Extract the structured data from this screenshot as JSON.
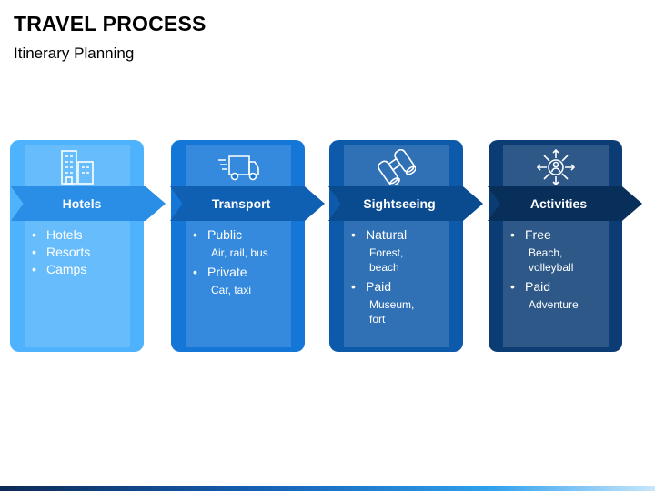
{
  "header": {
    "title": "TRAVEL PROCESS",
    "subtitle": "Itinerary Planning"
  },
  "steps": [
    {
      "label": "Hotels",
      "icon": "hotel-building-icon",
      "card_color": "#4fb2fc",
      "banner_color": "#2a8ee6",
      "items": [
        {
          "text": "Hotels"
        },
        {
          "text": "Resorts"
        },
        {
          "text": "Camps"
        }
      ]
    },
    {
      "label": "Transport",
      "icon": "truck-icon",
      "card_color": "#1477d8",
      "banner_color": "#0f5fb3",
      "items": [
        {
          "text": "Public",
          "detail": "Air, rail, bus"
        },
        {
          "text": "Private",
          "detail": "Car, taxi"
        }
      ]
    },
    {
      "label": "Sightseeing",
      "icon": "binoculars-icon",
      "card_color": "#0e5aaa",
      "banner_color": "#0a4a8f",
      "items": [
        {
          "text": "Natural",
          "detail": "Forest, beach"
        },
        {
          "text": "Paid",
          "detail": "Museum, fort"
        }
      ]
    },
    {
      "label": "Activities",
      "icon": "people-network-icon",
      "card_color": "#0b3d74",
      "banner_color": "#082e5a",
      "items": [
        {
          "text": "Free",
          "detail": "Beach, volleyball"
        },
        {
          "text": "Paid",
          "detail": "Adventure"
        }
      ]
    }
  ]
}
